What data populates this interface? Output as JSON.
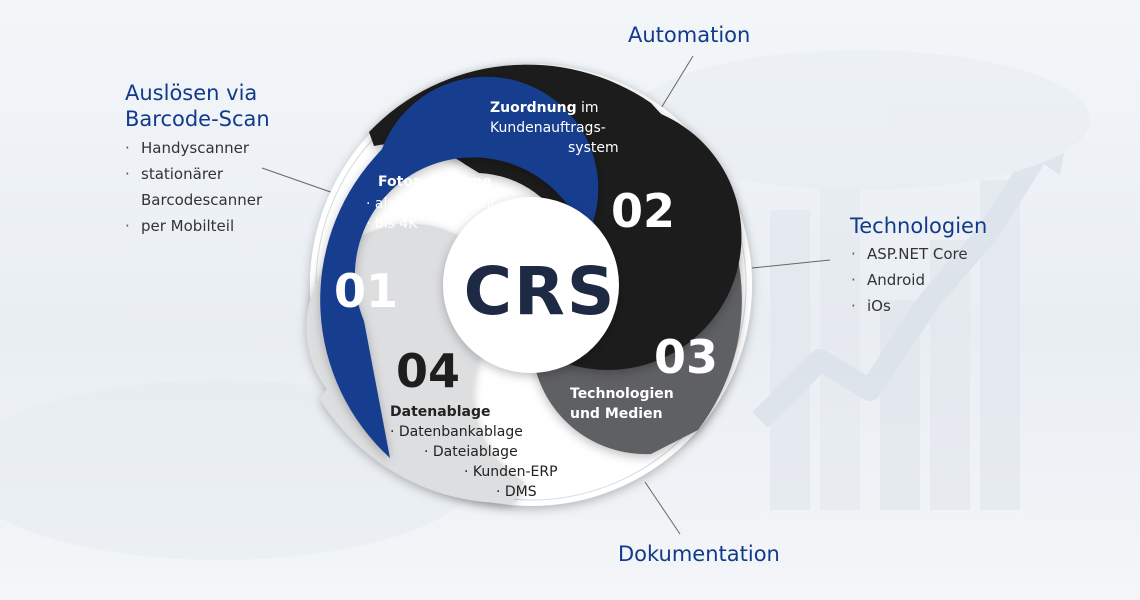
{
  "center": {
    "title": "CRS"
  },
  "segments": {
    "s01": {
      "number": "01",
      "title": "Fotoaufnahme",
      "lines": [
        "· als Bilddokument",
        "· bis 4K"
      ]
    },
    "s02": {
      "number": "02",
      "title": "Zuordnung",
      "title_rest": " im",
      "lines": [
        "Kundenauftrags-",
        "system"
      ]
    },
    "s03": {
      "number": "03",
      "lines": [
        "Technologien",
        "und Medien"
      ]
    },
    "s04": {
      "number": "04",
      "title": "Datenablage",
      "lines": [
        "· Datenbankablage",
        "· Dateiablage",
        "· Kunden-ERP",
        "· DMS"
      ]
    }
  },
  "callouts": {
    "ausloesen": {
      "title_lines": [
        "Auslösen via",
        "Barcode-Scan"
      ],
      "items": [
        "Handyscanner",
        "stationärer",
        "Barcodescanner",
        "per Mobilteil"
      ]
    },
    "automation": {
      "title": "Automation"
    },
    "technologien": {
      "title": "Technologien",
      "items": [
        "ASP.NET Core",
        "Android",
        "iOs"
      ]
    },
    "dokumentation": {
      "title": "Dokumentation"
    }
  },
  "colors": {
    "s01": "#153d8e",
    "s02": "#1e1e1e",
    "s03": "#5f6063",
    "s04": "#dddee0",
    "callout_title": "#123a8a",
    "ring": "#ffffff"
  }
}
